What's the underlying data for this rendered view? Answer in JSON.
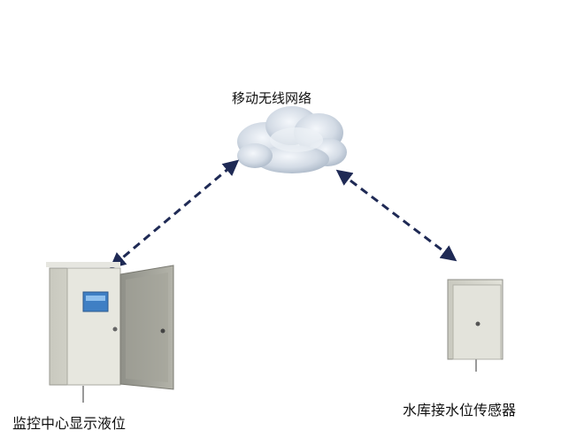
{
  "diagram": {
    "nodes": {
      "network": {
        "label": "移动无线网络",
        "icon": "cloud-icon"
      },
      "monitor_center": {
        "label": "监控中心显示液位",
        "icon": "cabinet-open-icon"
      },
      "reservoir_sensor": {
        "label": "水库接水位传感器",
        "icon": "cabinet-closed-icon"
      }
    },
    "links": [
      {
        "from": "monitor_center",
        "to": "network",
        "style": "dashed",
        "arrows": "both"
      },
      {
        "from": "network",
        "to": "reservoir_sensor",
        "style": "dashed",
        "arrows": "both"
      }
    ],
    "colors": {
      "arrow": "#1f2a55",
      "cabinet_body": "#d9d9cf",
      "cloud": "#c9d3de",
      "display_screen": "#3f7fc4"
    }
  }
}
